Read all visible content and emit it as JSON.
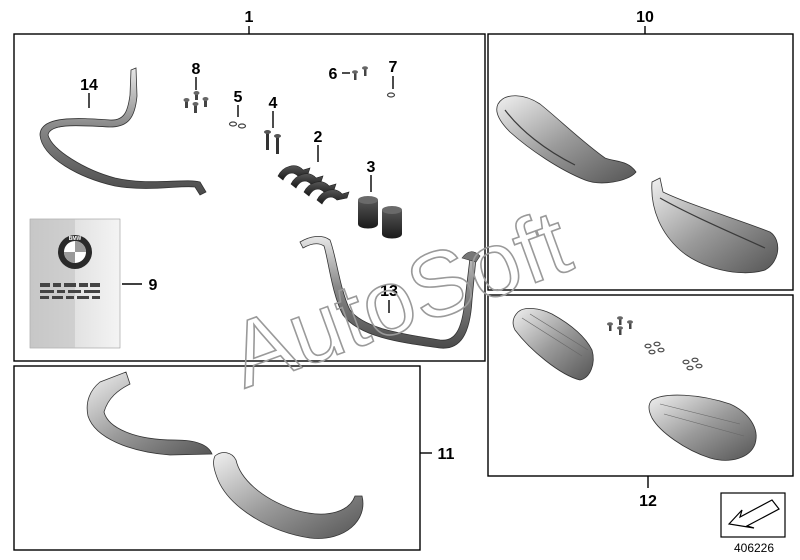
{
  "labels": {
    "p1": "1",
    "p2": "2",
    "p3": "3",
    "p4": "4",
    "p5": "5",
    "p6": "6",
    "p7": "7",
    "p8": "8",
    "p9": "9",
    "p10": "10",
    "p11": "11",
    "p12": "12",
    "p13": "13",
    "p14": "14"
  },
  "logo_text": "BMW",
  "watermark": "AutoSoft",
  "document_number": "406226",
  "colors": {
    "line": "#000000",
    "part_dark": "#5a5a5a",
    "part_light": "#c8c8c8",
    "watermark_stroke": "#9a9a9a"
  }
}
